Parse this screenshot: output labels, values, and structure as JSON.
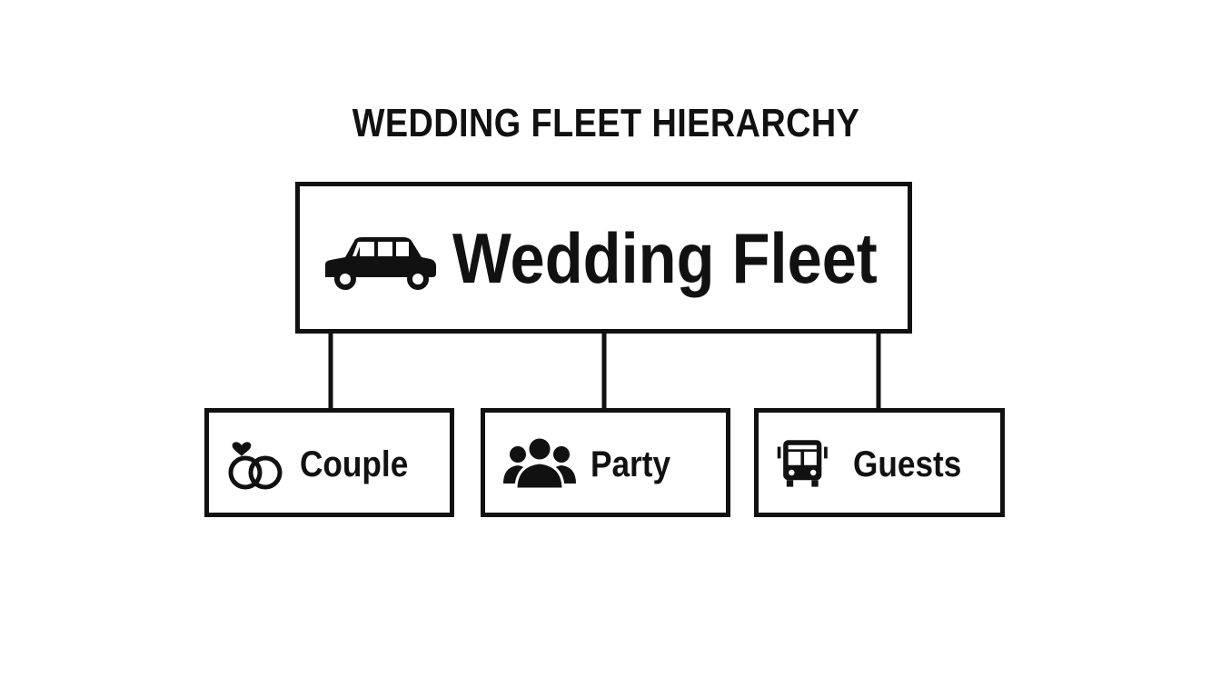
{
  "diagram": {
    "title": "WEDDING FLEET HIERARCHY",
    "root": {
      "label": "Wedding Fleet",
      "icon": "limousine-icon"
    },
    "children": [
      {
        "label": "Couple",
        "icon": "wedding-rings-icon"
      },
      {
        "label": "Party",
        "icon": "group-people-icon"
      },
      {
        "label": "Guests",
        "icon": "bus-icon"
      }
    ]
  },
  "colors": {
    "stroke": "#111111",
    "background": "#ffffff"
  }
}
